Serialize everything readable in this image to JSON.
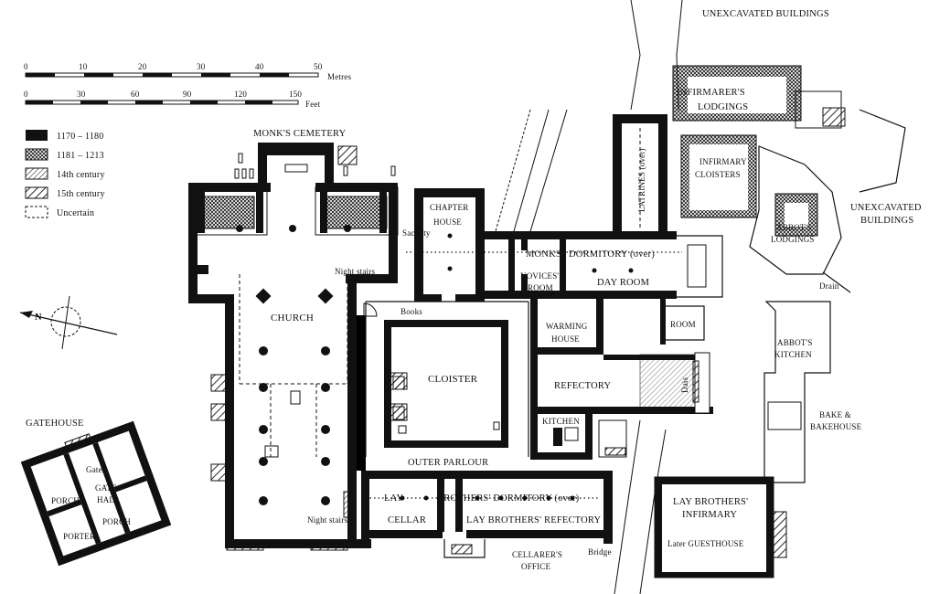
{
  "header": {
    "unexcavated_top": "UNEXCAVATED BUILDINGS"
  },
  "scale": {
    "metres": {
      "ticks": [
        "0",
        "10",
        "20",
        "30",
        "40",
        "50"
      ],
      "unit": "Metres"
    },
    "feet": {
      "ticks": [
        "0",
        "30",
        "60",
        "90",
        "120",
        "150"
      ],
      "unit": "Feet"
    }
  },
  "legend": [
    {
      "label": "1170 – 1180",
      "style": "solid"
    },
    {
      "label": "1181 – 1213",
      "style": "crosshatch"
    },
    {
      "label": "14th century",
      "style": "hatch-fine"
    },
    {
      "label": "15th century",
      "style": "hatch-coarse"
    },
    {
      "label": "Uncertain",
      "style": "dashed"
    }
  ],
  "north_label": "N",
  "labels": {
    "monks_cemetery": "MONK'S CEMETERY",
    "church": "CHURCH",
    "night_stairs_upper": "Night stairs",
    "night_stairs_lower": "Night stairs",
    "sacristy": "Sacristy",
    "books": "Books",
    "chapter_house_1": "CHAPTER",
    "chapter_house_2": "HOUSE",
    "monks": "MONKS'",
    "novices_1": "NOVICES'",
    "novices_2": "ROOM",
    "dormitory_over": "DORMITORY (over)",
    "day_room": "DAY ROOM",
    "latrines": "LATRINES (over)",
    "infirmary_cloisters_1": "INFIRMARY",
    "infirmary_cloisters_2": "CLOISTERS",
    "infirmarers_1": "INFIRMARER'S",
    "infirmarers_2": "LODGINGS",
    "unexcavated_right_1": "UNEXCAVATED",
    "unexcavated_right_2": "BUILDINGS",
    "abbots_lodgings_1": "ABBOT'S",
    "abbots_lodgings_2": "LODGINGS",
    "drain": "Drain",
    "room": "ROOM",
    "abbots_kitchen_1": "ABBOT'S",
    "abbots_kitchen_2": "KITCHEN",
    "bake_1": "BAKE &",
    "bake_2": "BAKEHOUSE",
    "warming_1": "WARMING",
    "warming_2": "HOUSE",
    "cloister": "CLOISTER",
    "refectory": "REFECTORY",
    "dais": "Dais",
    "kitchen": "KITCHEN",
    "outer_parlour": "OUTER PARLOUR",
    "lay_dorm_1": "LAY",
    "lay_dorm_2": "BROTHERS' DORMITORY (over)",
    "cellar": "CELLAR",
    "lay_refectory": "LAY BROTHERS' REFECTORY",
    "cellarers_1": "CELLARER'S",
    "cellarers_2": "OFFICE",
    "bridge": "Bridge",
    "lay_infirmary_1": "LAY BROTHERS'",
    "lay_infirmary_2": "INFIRMARY",
    "lay_infirmary_3": "Later GUESTHOUSE",
    "gatehouse": "GATEHOUSE",
    "gates": "Gates",
    "gate_1": "GATE",
    "gate_2": "HALL",
    "porch_left": "PORCH",
    "porch_right": "PORCH",
    "porter": "PORTER"
  },
  "colors": {
    "wall": "#111111",
    "background": "#ffffff"
  }
}
